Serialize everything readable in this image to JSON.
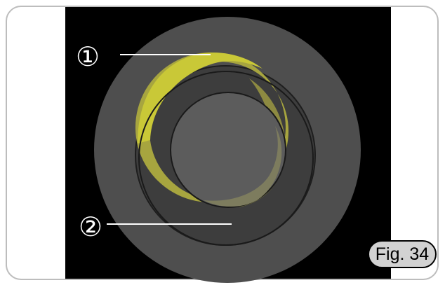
{
  "figure": {
    "callouts": [
      {
        "label": "①"
      },
      {
        "label": "②"
      }
    ],
    "fig_label": "Fig. 34"
  },
  "colors": {
    "frame_border": "#bdbdbd",
    "background": "#000000",
    "outer_disc": "#4e4e4e",
    "annulus": "#3d3d3d",
    "center_disc": "#5c5c5c",
    "ring_yellow": "#c9c837",
    "ring_olive": "#8d8a41",
    "leader_line": "#ffffff",
    "badge_fill": "#d2d2d2"
  }
}
